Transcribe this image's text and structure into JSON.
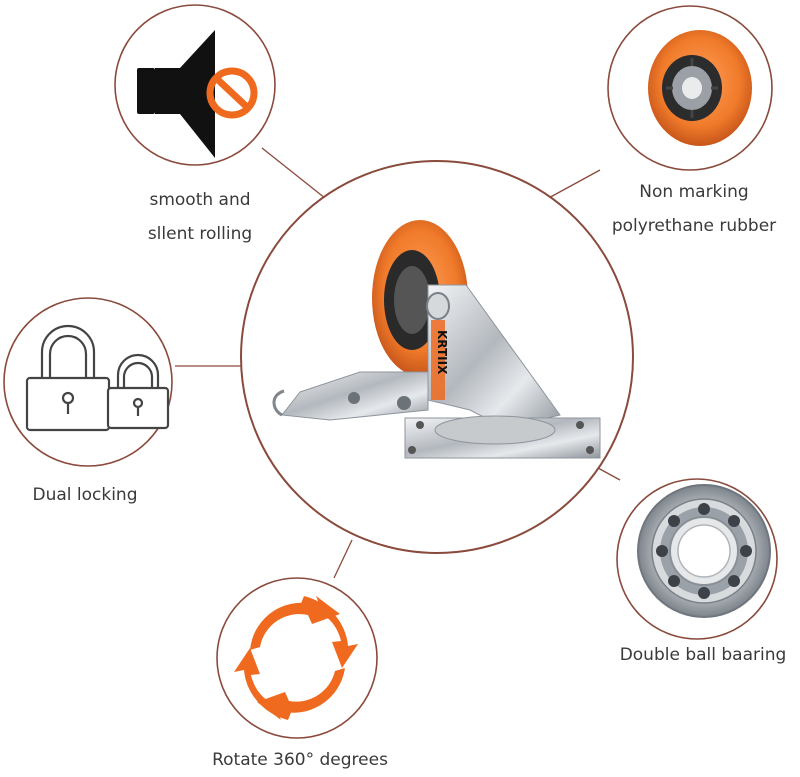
{
  "features": {
    "smooth": {
      "line1": "smooth and",
      "line2": "sllent rolling",
      "icon": "muted-speaker-icon"
    },
    "nonmarking": {
      "line1": "Non marking",
      "line2": "polyrethane rubber",
      "icon": "orange-wheel-icon"
    },
    "dual": {
      "text": "Dual locking",
      "icon": "padlock-icon"
    },
    "bearing": {
      "text": "Double ball baaring",
      "icon": "ball-bearing-icon"
    },
    "rotate": {
      "text": "Rotate 360° degrees",
      "icon": "rotate-arrows-icon"
    }
  },
  "product": {
    "brand_text": "KRTIIX",
    "icon": "swivel-caster-wheel"
  },
  "colors": {
    "ring": "#8a4a3c",
    "accent": "#ef6a1e",
    "dark": "#222222",
    "metal": "#b7bcc2"
  }
}
